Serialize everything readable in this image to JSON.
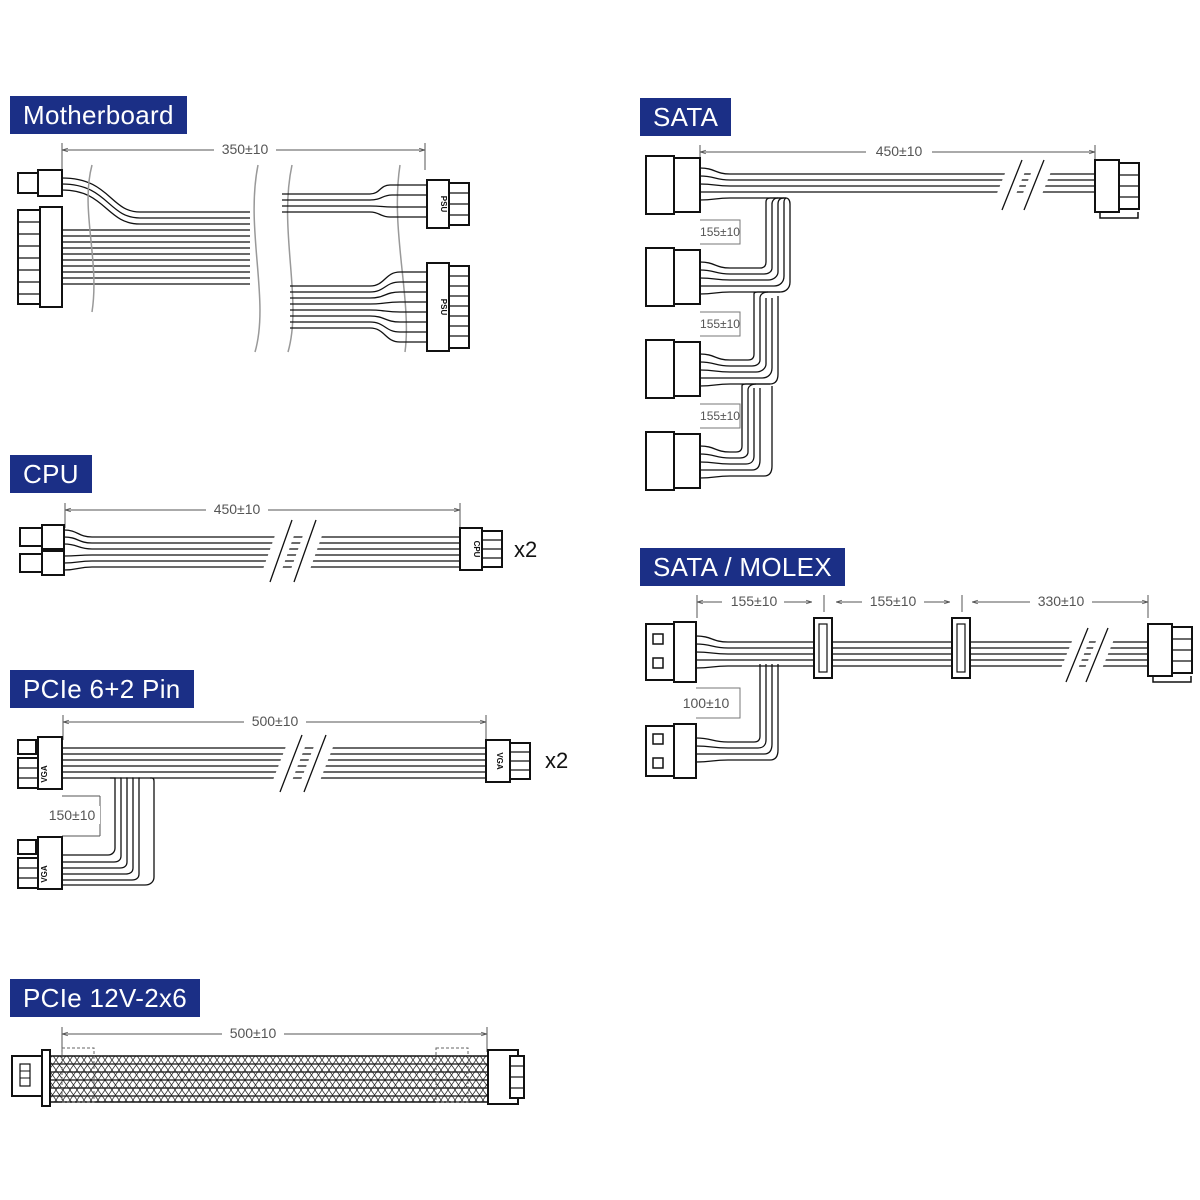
{
  "sections": {
    "motherboard": {
      "title": "Motherboard",
      "length": "350±10",
      "plug_label": "PSU"
    },
    "cpu": {
      "title": "CPU",
      "length": "450±10",
      "plug_label": "CPU",
      "multiplier": "x2"
    },
    "pcie62": {
      "title": "PCIe 6+2 Pin",
      "length": "500±10",
      "branch_length": "150±10",
      "plug_label": "VGA",
      "multiplier": "x2"
    },
    "pcie12v": {
      "title": "PCIe 12V-2x6",
      "length": "500±10"
    },
    "sata": {
      "title": "SATA",
      "length": "450±10",
      "segment_lengths": [
        "155±10",
        "155±10",
        "155±10"
      ]
    },
    "sata_molex": {
      "title": "SATA / MOLEX",
      "segment_lengths": [
        "155±10",
        "155±10",
        "330±10"
      ],
      "branch_length": "100±10"
    }
  }
}
